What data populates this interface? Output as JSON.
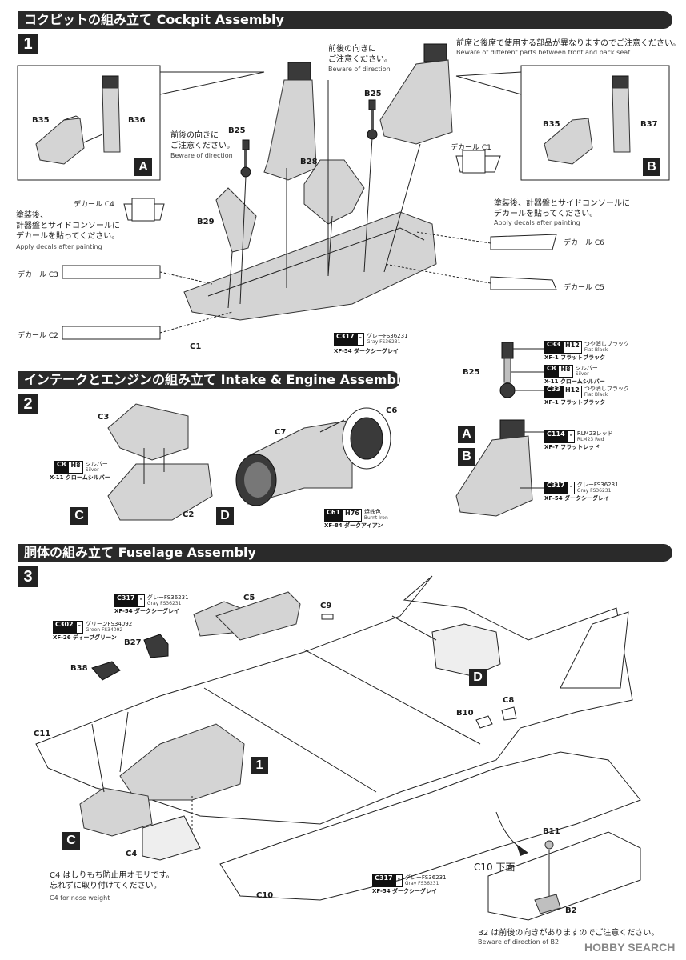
{
  "sections": [
    {
      "title": "コクピットの組み立て Cockpit Assembly",
      "step": "1"
    },
    {
      "title": "インテークとエンジンの組み立て Intake & Engine Assembly",
      "step": "2"
    },
    {
      "title": "胴体の組み立て Fuselage Assembly",
      "step": "3"
    }
  ],
  "step1": {
    "note_front_back_jp": "前席と後席で使用する部品が異なりますのでご注意ください。",
    "note_front_back_en": "Beware of different parts between front and back seat.",
    "beware_direction_jp": "前後の向きに\nご注意ください。",
    "beware_direction_en": "Beware of direction",
    "apply_decals_jp": "塗装後、\n計器盤とサイドコンソールに\nデカールを貼ってください。",
    "apply_decals_en": "Apply decals after painting",
    "apply_decals2_jp": "塗装後、計器盤とサイドコンソールに\nデカールを貼ってください。",
    "apply_decals2_en": "Apply decals after painting",
    "box_a": "A",
    "box_b": "B",
    "parts": {
      "b35": "B35",
      "b36": "B36",
      "b37": "B37",
      "b25": "B25",
      "b28": "B28",
      "b29": "B29",
      "c1": "C1"
    },
    "decals": {
      "c1": "デカール C1",
      "c3": "デカール C3",
      "c2": "デカール C2",
      "c4": "デカール C4",
      "c5": "デカール C5",
      "c6": "デカール C6"
    },
    "c1_paint": {
      "code": "C317",
      "h": "-",
      "jp": "グレーFS36231",
      "en": "Gray FS36231",
      "xf": "XF-54 ダークシーグレイ"
    },
    "b25_paints": [
      {
        "code": "C33",
        "h": "H12",
        "jp": "つや消しブラック",
        "en": "Flat Black",
        "xf": "XF-1 フラットブラック"
      },
      {
        "code": "C8",
        "h": "H8",
        "jp": "シルバー",
        "en": "Silver",
        "xf": "X-11 クロームシルバー"
      },
      {
        "code": "C33",
        "h": "H12",
        "jp": "つや消しブラック",
        "en": "Flat Black",
        "xf": "XF-1 フラットブラック"
      }
    ],
    "seat_paints": [
      {
        "code": "C114",
        "h": "-",
        "jp": "RLM23レッド",
        "en": "RLM23 Red",
        "xf": "XF-7 フラットレッド"
      },
      {
        "code": "C317",
        "h": "-",
        "jp": "グレーFS36231",
        "en": "Gray FS36231",
        "xf": "XF-54 ダークシーグレイ"
      }
    ]
  },
  "step2": {
    "parts": {
      "c3": "C3",
      "c2": "C2",
      "c7": "C7",
      "c6": "C6"
    },
    "box_c": "C",
    "box_d": "D",
    "box_a": "A",
    "box_b": "B",
    "c3_paint": {
      "code": "C8",
      "h": "H8",
      "jp": "シルバー",
      "en": "Silver",
      "xf": "X-11 クロームシルバー"
    },
    "c7_paint": {
      "code": "C61",
      "h": "H76",
      "jp": "焼鉄色",
      "en": "Burnt Iron",
      "xf": "XF-84 ダークアイアン"
    },
    "b25_label": "B25"
  },
  "step3": {
    "parts": {
      "c5": "C5",
      "c9": "C9",
      "b27": "B27",
      "b38": "B38",
      "c11": "C11",
      "c4": "C4",
      "c10": "C10",
      "b10": "B10",
      "c8": "C8",
      "b11": "B11",
      "b2": "B2"
    },
    "box_d": "D",
    "box_c": "C",
    "box_1": "1",
    "c5_paint": {
      "code": "C317",
      "h": "-",
      "jp": "グレーFS36231",
      "en": "Gray FS36231",
      "xf": "XF-54 ダークシーグレイ"
    },
    "b27_paint": {
      "code": "C302",
      "h": "-",
      "jp": "グリーンFS34092",
      "en": "Green FS34092",
      "xf": "XF-26 ディープグリーン"
    },
    "c10_paint": {
      "code": "C317",
      "h": "-",
      "jp": "グレーFS36231",
      "en": "Gray FS36231",
      "xf": "XF-54 ダークシーグレイ"
    },
    "c4_note_jp": "C4 はしりもち防止用オモリです。\n忘れずに取り付けてください。",
    "c4_note_en": "C4 for nose weight",
    "c10_bottom": "C10 下面",
    "b2_note_jp": "B2 は前後の向きがありますのでご注意ください。",
    "b2_note_en": "Beware of direction of B2",
    "watermark": "HOBBY SEARCH"
  }
}
